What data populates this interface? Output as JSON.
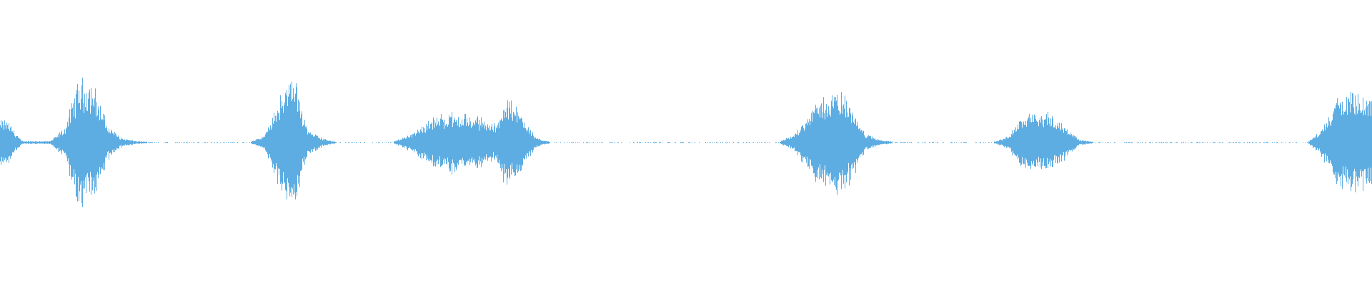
{
  "chart_data": {
    "type": "area",
    "description_kind": "audio-waveform",
    "title": "",
    "xlabel": "",
    "ylabel": "",
    "ylim": [
      -1,
      1
    ],
    "grid": false,
    "color": "#5dade2",
    "bins": 96,
    "envelope": [
      0.15,
      0.01,
      0.01,
      0.01,
      0.1,
      0.43,
      0.4,
      0.12,
      0.03,
      0.01,
      0.005,
      0.005,
      0.005,
      0.005,
      0.005,
      0.005,
      0.005,
      0.005,
      0.05,
      0.3,
      0.46,
      0.1,
      0.03,
      0.005,
      0.005,
      0.005,
      0.005,
      0.005,
      0.05,
      0.12,
      0.18,
      0.2,
      0.19,
      0.17,
      0.12,
      0.3,
      0.2,
      0.03,
      0.005,
      0.005,
      0.005,
      0.005,
      0.005,
      0.005,
      0.005,
      0.005,
      0.005,
      0.005,
      0.005,
      0.005,
      0.005,
      0.005,
      0.005,
      0.005,
      0.005,
      0.05,
      0.2,
      0.3,
      0.35,
      0.28,
      0.06,
      0.02,
      0.005,
      0.005,
      0.005,
      0.005,
      0.005,
      0.005,
      0.005,
      0.005,
      0.04,
      0.18,
      0.2,
      0.19,
      0.12,
      0.02,
      0.005,
      0.005,
      0.005,
      0.005,
      0.005,
      0.005,
      0.005,
      0.005,
      0.005,
      0.005,
      0.005,
      0.005,
      0.005,
      0.005,
      0.005,
      0.005,
      0.1,
      0.3,
      0.33,
      0.32
    ]
  }
}
